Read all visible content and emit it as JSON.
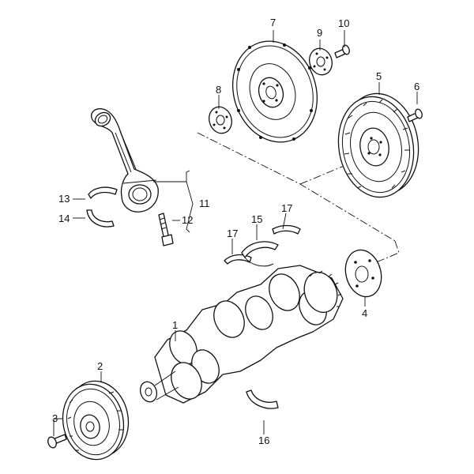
{
  "diagram": {
    "callouts": {
      "c1": "1",
      "c2": "2",
      "c3": "3",
      "c4": "4",
      "c5": "5",
      "c6": "6",
      "c7": "7",
      "c8": "8",
      "c9": "9",
      "c10": "10",
      "c11": "11",
      "c12": "12",
      "c13": "13",
      "c14": "14",
      "c15": "15",
      "c16": "16",
      "c17a": "17",
      "c17b": "17"
    }
  }
}
